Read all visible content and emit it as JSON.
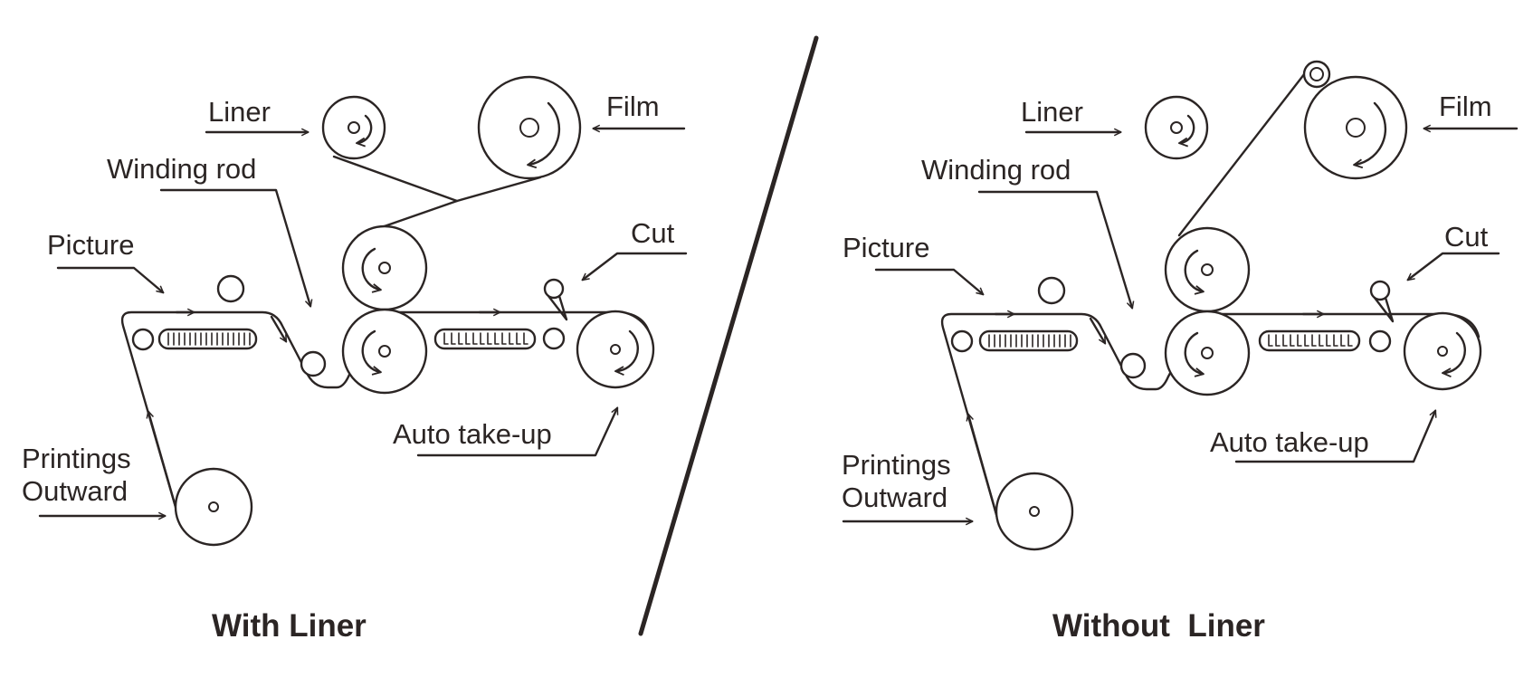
{
  "panels": {
    "left": {
      "caption": "With Liner",
      "labels": {
        "liner": "Liner",
        "film": "Film",
        "winding_rod": "Winding rod",
        "picture": "Picture",
        "cut": "Cut",
        "printings": "Printings",
        "outward": "Outward",
        "auto_take_up": "Auto take-up"
      }
    },
    "right": {
      "caption": "Without  Liner",
      "labels": {
        "liner": "Liner",
        "film": "Film",
        "winding_rod": "Winding rod",
        "picture": "Picture",
        "cut": "Cut",
        "printings": "Printings",
        "outward": "Outward",
        "auto_take_up": "Auto take-up"
      }
    }
  },
  "colors": {
    "ink": "#2b2524",
    "background": "#ffffff"
  }
}
